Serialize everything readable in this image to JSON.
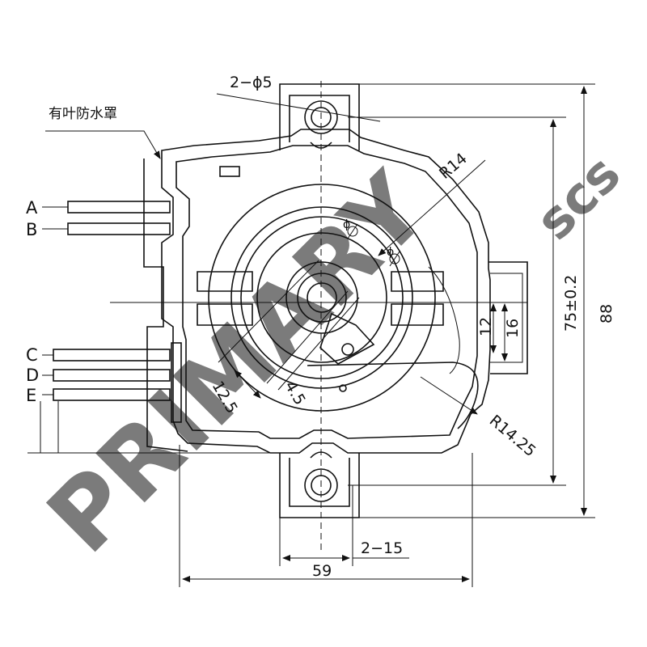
{
  "labels": {
    "cover_note": "有叶防水罩",
    "hole_spec": "2−ϕ5",
    "radius_r14": "R14",
    "radius_r1425": "R14.25",
    "dim_75": "75±0.2",
    "dim_88": "88",
    "dim_12": "12",
    "dim_16": "16",
    "dim_59": "59",
    "dim_2_15": "2−15",
    "dim_12_5": "12.5",
    "dim_4_5": "4.5",
    "diameter_mark_1": "ϕ",
    "diameter_mark_2": "ϕ"
  },
  "wires": [
    "A",
    "B",
    "C",
    "D",
    "E"
  ],
  "watermark": {
    "main": "PRIMARY",
    "sub": "scs",
    "color": "#8da0bf"
  }
}
